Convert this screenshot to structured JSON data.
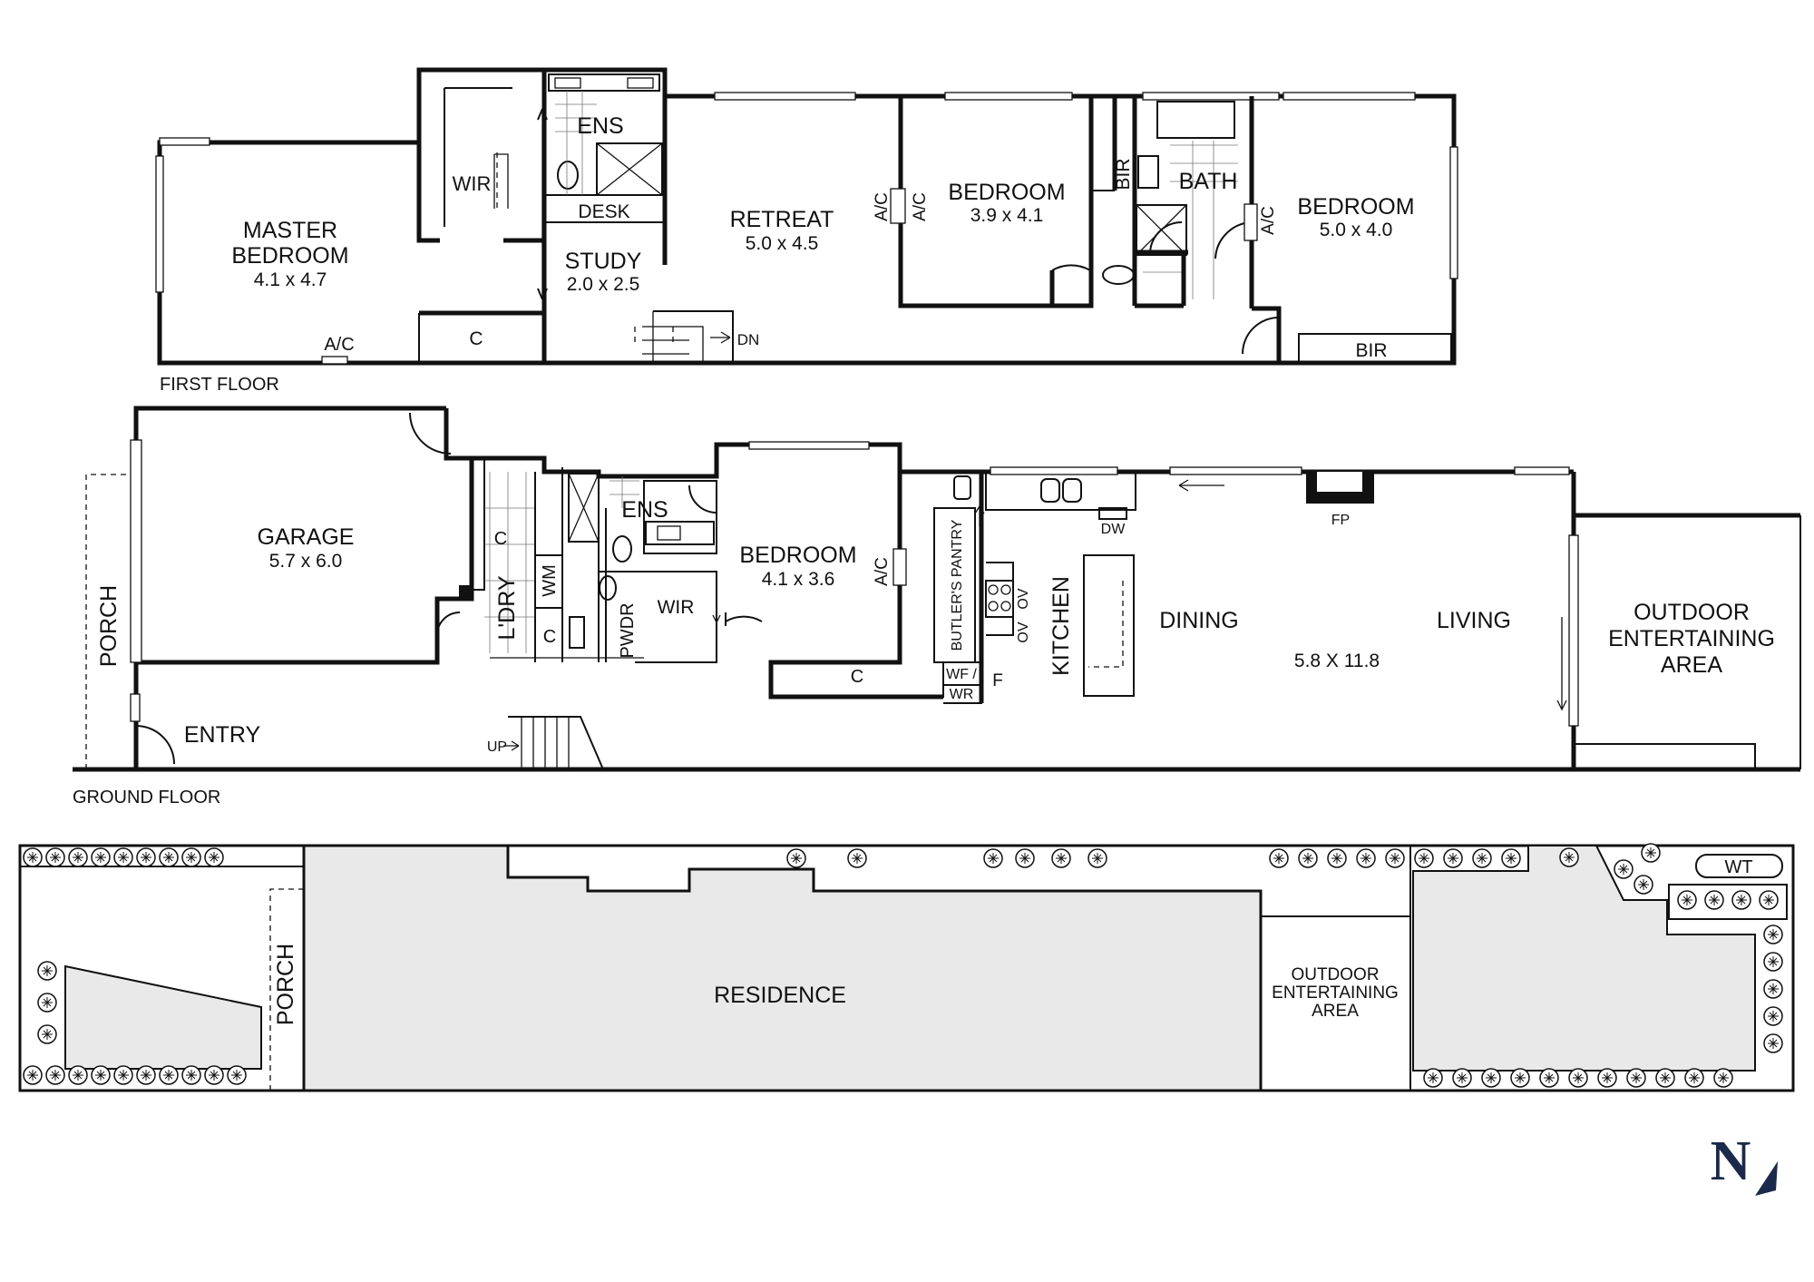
{
  "first_floor": {
    "caption": "FIRST FLOOR",
    "master_bedroom": "MASTER",
    "master_bedroom_2": "BEDROOM",
    "master_dim": "4.1 x 4.7",
    "wir": "WIR",
    "ens": "ENS",
    "desk": "DESK",
    "study": "STUDY",
    "study_dim": "2.0 x 2.5",
    "retreat": "RETREAT",
    "retreat_dim": "5.0 x 4.5",
    "ac": "A/C",
    "bedroom": "BEDROOM",
    "bed2_dim": "3.9 x 4.1",
    "bir": "BIR",
    "bath": "BATH",
    "bed3_dim": "5.0 x 4.0",
    "c": "C",
    "dn": "DN"
  },
  "ground_floor": {
    "caption": "GROUND FLOOR",
    "garage": "GARAGE",
    "garage_dim": "5.7 x 6.0",
    "porch": "PORCH",
    "entry": "ENTRY",
    "c": "C",
    "ldry": "L'DRY",
    "wm": "WM",
    "ens": "ENS",
    "pwdr": "PWDR",
    "wir": "WIR",
    "bedroom": "BEDROOM",
    "bedroom_dim": "4.1 x 3.6",
    "ac": "A/C",
    "butlers_pantry": "BUTLER'S PANTRY",
    "ov": "OV",
    "kitchen": "KITCHEN",
    "wf": "WF /",
    "wr": "WR",
    "f": "F",
    "dw": "DW",
    "fp": "FP",
    "dining": "DINING",
    "living": "LIVING",
    "living_dim": "5.8 X 11.8",
    "outdoor_1": "OUTDOOR",
    "outdoor_2": "ENTERTAINING",
    "outdoor_3": "AREA",
    "up": "UP"
  },
  "site": {
    "porch": "PORCH",
    "residence": "RESIDENCE",
    "outdoor_1": "OUTDOOR",
    "outdoor_2": "ENTERTAINING",
    "outdoor_3": "AREA",
    "wt": "WT"
  },
  "compass": {
    "letter": "N"
  },
  "colors": {
    "wall": "#111111",
    "site_fill": "#e9e9e9",
    "compass": "#1b2a4a"
  }
}
